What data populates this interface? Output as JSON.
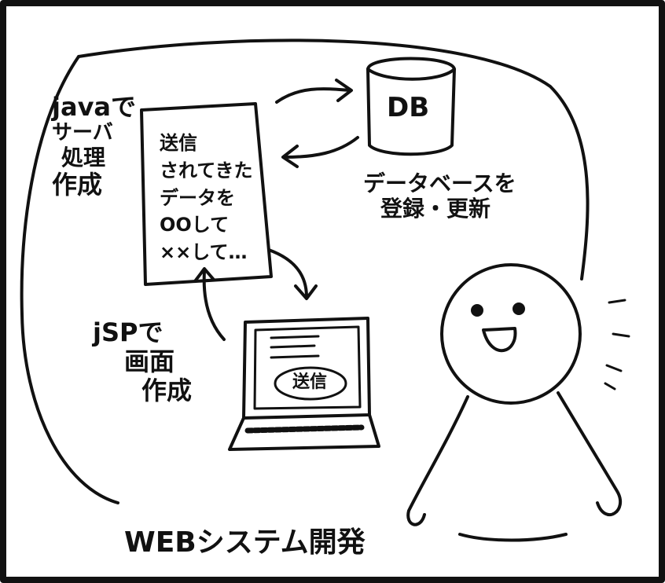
{
  "server": {
    "line1": "javaで",
    "line2": "サーバ",
    "line3": "処理",
    "line4": "作成"
  },
  "document": {
    "lines": [
      "送信",
      "されてきた",
      "データを",
      "OOして",
      "××して…"
    ]
  },
  "database": {
    "label": "DB",
    "caption_line1": "データベースを",
    "caption_line2": "登録・更新"
  },
  "screen": {
    "line1": "jSPで",
    "line2": "画面",
    "line3": "作成"
  },
  "laptop": {
    "button_label": "送信"
  },
  "footer": {
    "title": "WEBシステム開発"
  }
}
